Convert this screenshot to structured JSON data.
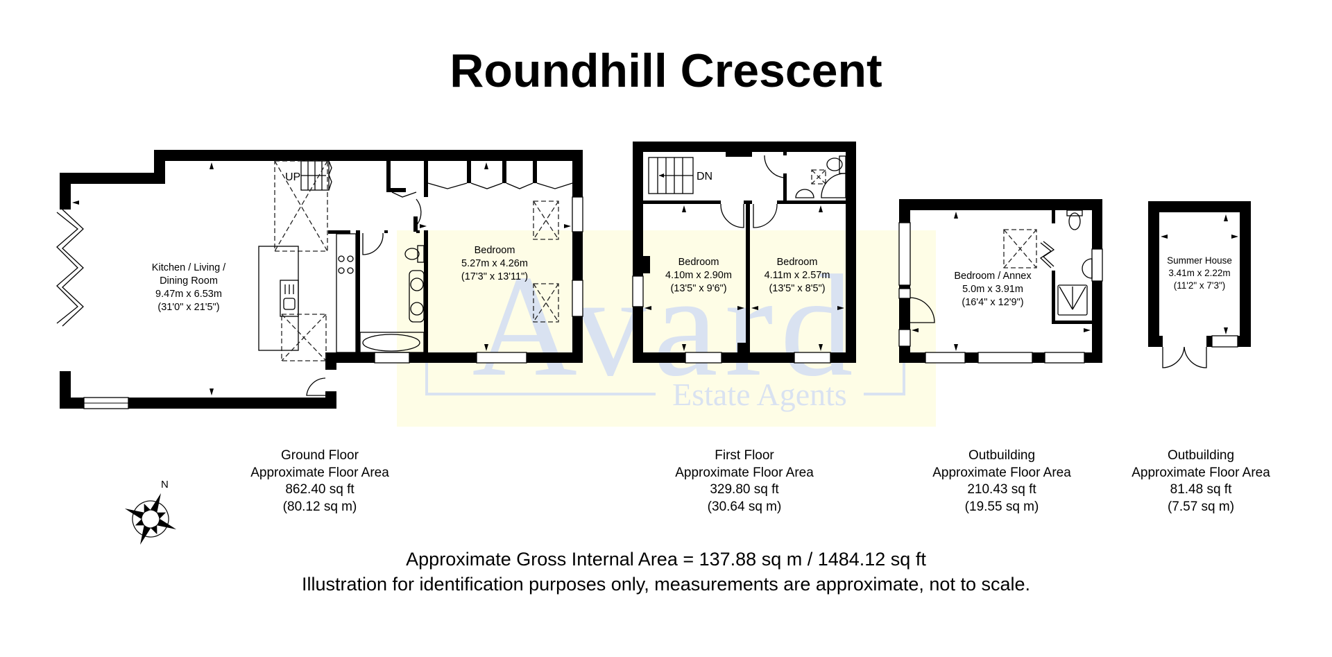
{
  "title": "Roundhill Crescent",
  "colors": {
    "wall": "#000000",
    "background": "#ffffff",
    "watermark_fill": "#fefde6",
    "watermark_text": "#d9e2f1"
  },
  "watermark": {
    "brand": "Avard",
    "tagline": "Estate Agents"
  },
  "compass": {
    "label": "N",
    "icon": "compass-rose-icon"
  },
  "floors": {
    "ground": {
      "name": "Ground Floor",
      "subtitle": "Approximate Floor Area",
      "sq_ft": "862.40 sq ft",
      "sq_m": "(80.12 sq m)",
      "stairs_label": "UP",
      "rooms": [
        {
          "name_line1": "Kitchen / Living /",
          "name_line2": "Dining Room",
          "metric": "9.47m x 6.53m",
          "imperial": "(31'0\" x 21'5\")"
        },
        {
          "name_line1": "Bedroom",
          "metric": "5.27m x 4.26m",
          "imperial": "(17'3\" x 13'11\")"
        }
      ]
    },
    "first": {
      "name": "First Floor",
      "subtitle": "Approximate Floor Area",
      "sq_ft": "329.80 sq ft",
      "sq_m": "(30.64 sq m)",
      "stairs_label": "DN",
      "rooms": [
        {
          "name_line1": "Bedroom",
          "metric": "4.10m x 2.90m",
          "imperial": "(13'5\" x 9'6\")"
        },
        {
          "name_line1": "Bedroom",
          "metric": "4.11m x 2.57m",
          "imperial": "(13'5\" x 8'5\")"
        }
      ]
    },
    "outbuilding_annex": {
      "name": "Outbuilding",
      "subtitle": "Approximate Floor Area",
      "sq_ft": "210.43 sq ft",
      "sq_m": "(19.55 sq m)",
      "rooms": [
        {
          "name_line1": "Bedroom / Annex",
          "metric": "5.0m x 3.91m",
          "imperial": "(16'4\" x 12'9\")"
        }
      ]
    },
    "outbuilding_summer": {
      "name": "Outbuilding",
      "subtitle": "Approximate Floor Area",
      "sq_ft": "81.48 sq ft",
      "sq_m": "(7.57 sq m)",
      "rooms": [
        {
          "name_line1": "Summer House",
          "metric": "3.41m x 2.22m",
          "imperial": "(11'2\" x 7'3\")"
        }
      ]
    }
  },
  "footer": {
    "gross_area": "Approximate Gross Internal Area = 137.88 sq m / 1484.12 sq ft",
    "disclaimer": "Illustration for identification purposes only, measurements are approximate, not to scale."
  }
}
